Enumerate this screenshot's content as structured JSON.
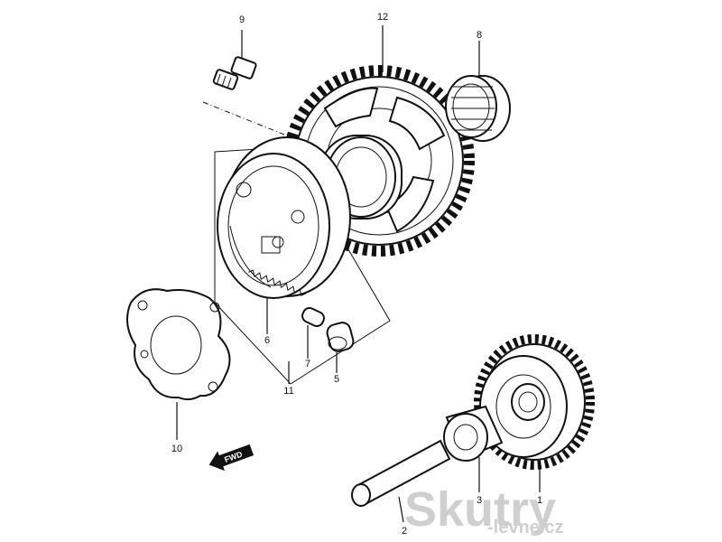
{
  "callouts": {
    "c1": "1",
    "c2": "2",
    "c3": "3",
    "c5": "5",
    "c6": "6",
    "c7": "7",
    "c8": "8",
    "c9": "9",
    "c10": "10",
    "c11": "11",
    "c12": "12"
  },
  "fwd_label": "FWD",
  "watermark": {
    "brand": "Skutry",
    "sub": "-levne.cz"
  }
}
